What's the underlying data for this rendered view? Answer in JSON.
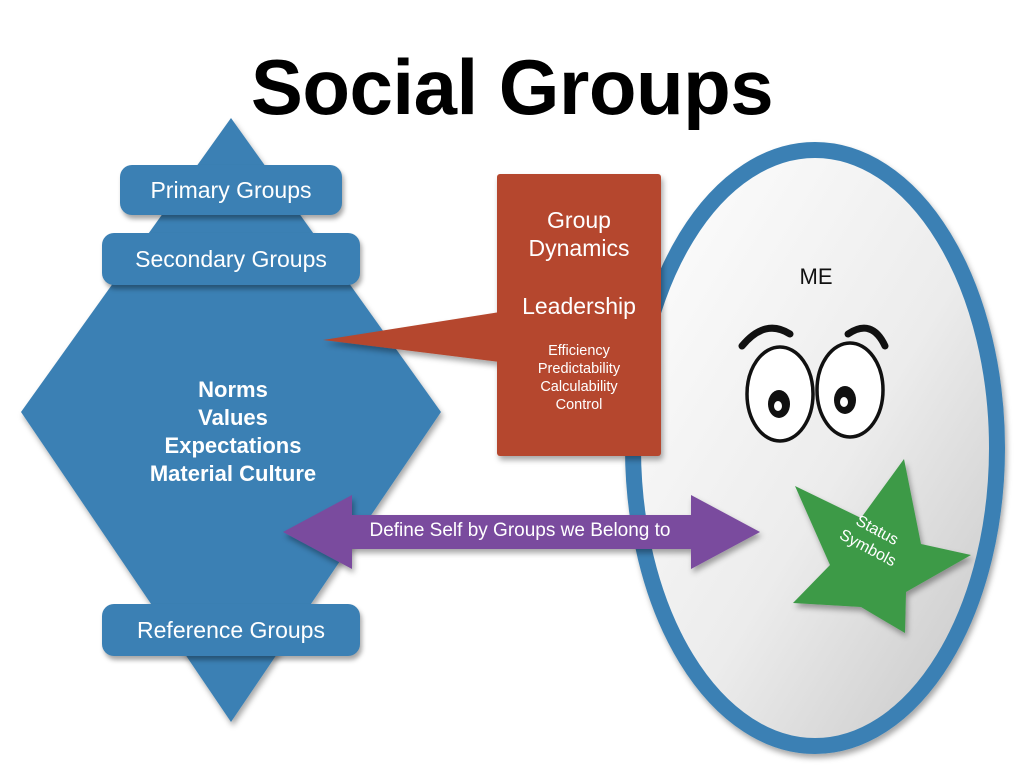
{
  "title": "Social Groups",
  "pyramid": {
    "tiers": [
      "Primary Groups",
      "Secondary Groups",
      "Reference Groups"
    ],
    "center_lines": [
      "Norms",
      "Values",
      "Expectations",
      "Material Culture"
    ]
  },
  "callout": {
    "heading_lines": [
      "Group",
      "Dynamics"
    ],
    "subheading": "Leadership",
    "items": [
      "Efficiency",
      "Predictability",
      "Calculability",
      "Control"
    ]
  },
  "self": {
    "label": "ME",
    "star_lines": [
      "Status",
      "Symbols"
    ]
  },
  "arrow": {
    "label": "Define Self by Groups we Belong to"
  },
  "colors": {
    "blue": "#3b80b4",
    "rust": "#b5472d",
    "purple": "#7a4b9e",
    "green": "#3d9a47"
  }
}
